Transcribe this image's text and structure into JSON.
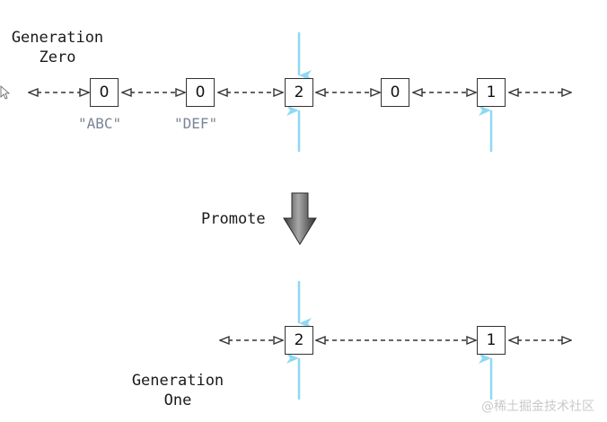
{
  "generation_zero": {
    "title_line1": "Generation",
    "title_line2": "Zero",
    "nodes": [
      {
        "count": "0",
        "label": "\"ABC\""
      },
      {
        "count": "0",
        "label": "\"DEF\""
      },
      {
        "count": "2",
        "label": ""
      },
      {
        "count": "0",
        "label": ""
      },
      {
        "count": "1",
        "label": ""
      }
    ]
  },
  "promote": {
    "label": "Promote"
  },
  "generation_one": {
    "title_line1": "Generation",
    "title_line2": "One",
    "nodes": [
      {
        "count": "2"
      },
      {
        "count": "1"
      }
    ]
  },
  "colors": {
    "reference_arrow": "#8fd8f4",
    "link": "#333333",
    "string_label": "#7a8596"
  },
  "watermark": "@稀土掘金技术社区"
}
